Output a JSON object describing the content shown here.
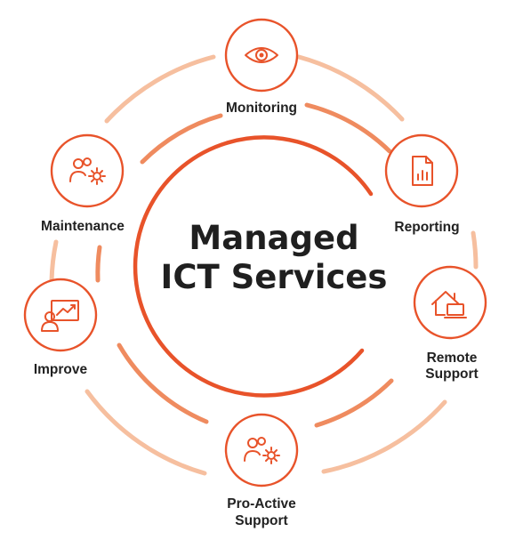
{
  "title": {
    "line1": "Managed",
    "line2": "ICT Services"
  },
  "colors": {
    "accent": "#e8532a",
    "ring_light": "#f6bf9f",
    "ring_mid": "#ef8b5f",
    "text": "#1f1f1f"
  },
  "nodes": [
    {
      "id": "monitoring",
      "icon": "eye-icon",
      "label_lines": [
        "Monitoring"
      ]
    },
    {
      "id": "reporting",
      "icon": "report-document-icon",
      "label_lines": [
        "Reporting"
      ]
    },
    {
      "id": "remote-support",
      "icon": "home-laptop-icon",
      "label_lines": [
        "Remote",
        "Support"
      ]
    },
    {
      "id": "pro-active-support",
      "icon": "team-gear-icon",
      "label_lines": [
        "Pro-Active",
        "Support"
      ]
    },
    {
      "id": "improve",
      "icon": "presentation-growth-icon",
      "label_lines": [
        "Improve"
      ]
    },
    {
      "id": "maintenance",
      "icon": "team-gear-icon",
      "label_lines": [
        "Maintenance"
      ]
    }
  ]
}
